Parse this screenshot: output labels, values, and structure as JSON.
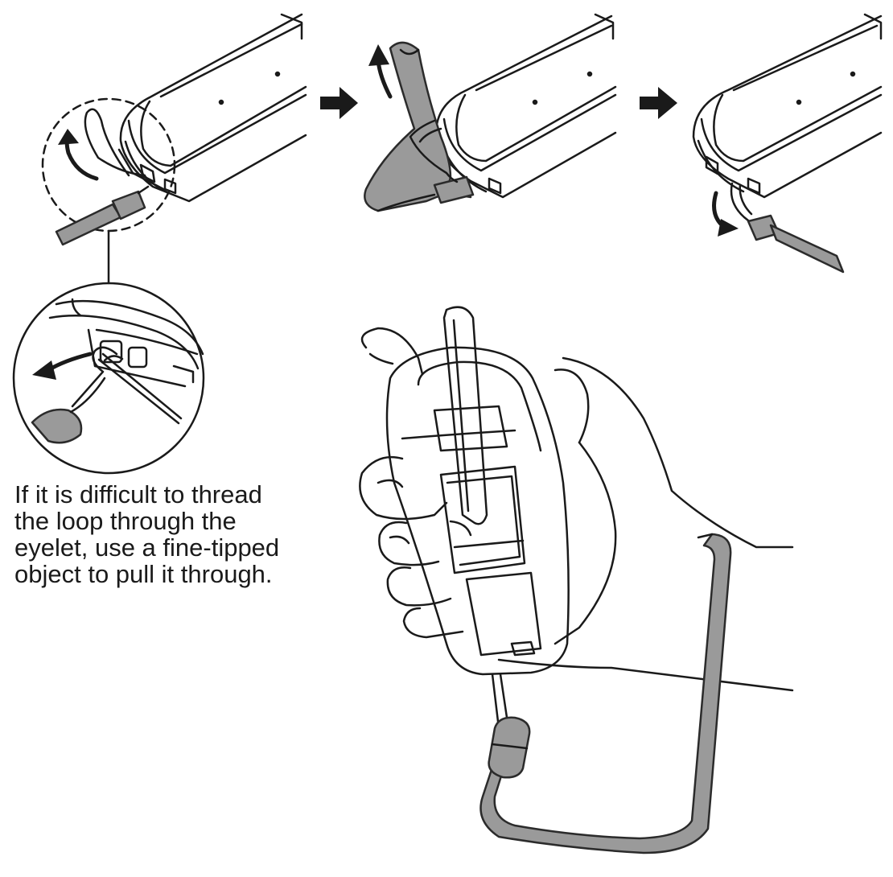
{
  "instruction_text": {
    "lines": [
      "If it is difficult to thread",
      "the loop through the",
      "eyelet, use a fine-tipped",
      "object to pull it through."
    ]
  },
  "colors": {
    "line": "#1a1a1a",
    "strap_fill": "#9a9a9a",
    "strap_stroke": "#2b2b2b",
    "background": "#ffffff"
  },
  "icons": [
    "step-arrow-icon",
    "step-arrow-icon",
    "rotation-arrow-icon",
    "pull-arrow-icon",
    "zoom-callout-circle"
  ]
}
